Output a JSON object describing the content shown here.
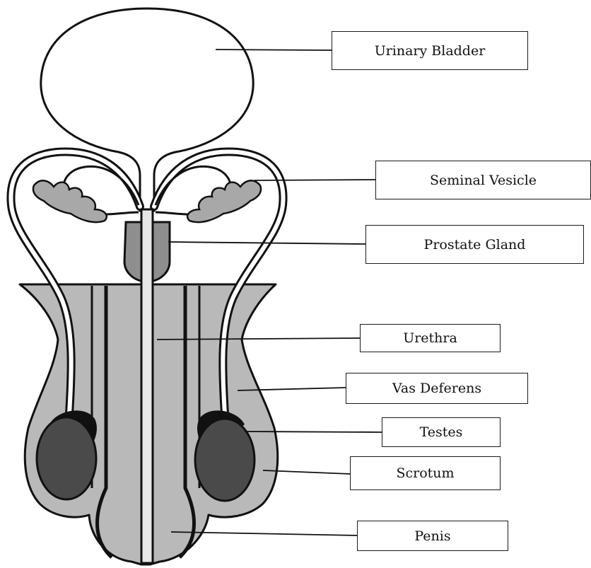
{
  "labels": {
    "urinary_bladder": "Urinary Bladder",
    "seminal_vesicle": "Seminal Vesicle",
    "prostate_gland": "Prostate Gland",
    "urethra": "Urethra",
    "vas_deferens": "Vas Deferens",
    "testes": "Testes",
    "scrotum": "Scrotum",
    "penis": "Penis"
  },
  "colors": {
    "outline": "#111111",
    "organ_fill": "#ffffff",
    "tissue_fill": "#b9b9b9",
    "gland_fill": "#8e8e8e",
    "vesicle_fill": "#a8a8a8",
    "testis_fill": "#4a4a4a",
    "urethra_fill": "#e6e6e6"
  }
}
